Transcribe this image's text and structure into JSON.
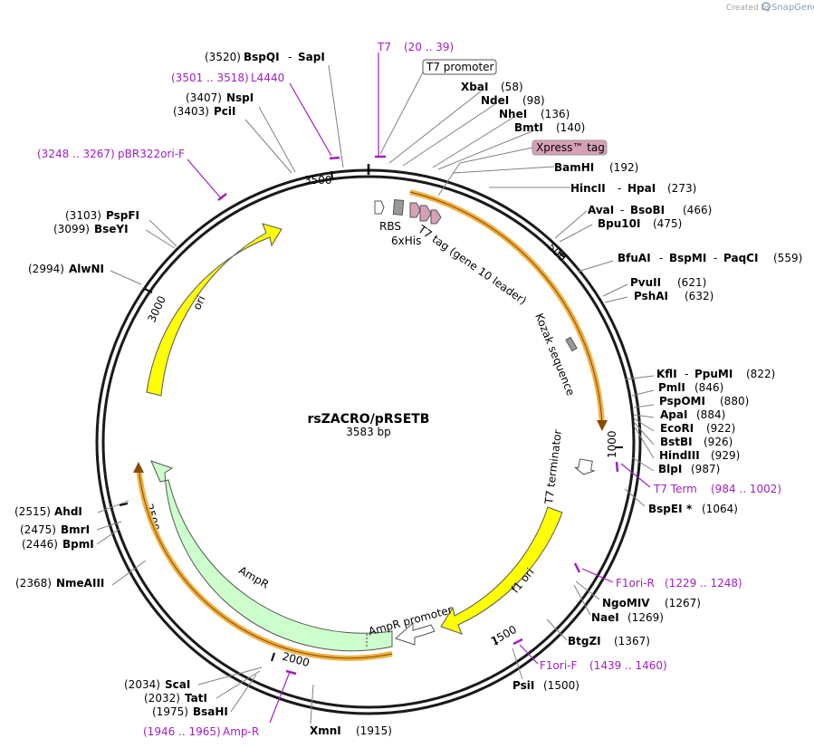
{
  "credit": {
    "created_by": "Created by",
    "brand": "SnapGene"
  },
  "plasmid": {
    "name": "rsZACRO/pRSETB",
    "length": "3583 bp"
  },
  "ticks": [
    "500",
    "1000",
    "1500",
    "2000",
    "2500",
    "3000",
    "3500"
  ],
  "sites_black": [
    {
      "left": "(3520)",
      "name": "BspQI",
      "sep": "-",
      "name2": "SapI"
    },
    {
      "left": "(3407)",
      "name": "NspI"
    },
    {
      "left": "(3403)",
      "name": "PciI"
    },
    {
      "left": "(3103)",
      "name": "PspFI"
    },
    {
      "left": "(3099)",
      "name": "BseYI"
    },
    {
      "left": "(2994)",
      "name": "AlwNI"
    },
    {
      "left": "(2515)",
      "name": "AhdI"
    },
    {
      "left": "(2475)",
      "name": "BmrI"
    },
    {
      "left": "(2446)",
      "name": "BpmI"
    },
    {
      "left": "(2368)",
      "name": "NmeAIII"
    },
    {
      "left": "(2034)",
      "name": "ScaI"
    },
    {
      "left": "(2032)",
      "name": "TatI"
    },
    {
      "left": "(1975)",
      "name": "BsaHI"
    },
    {
      "name": "XmnI",
      "right": "(1915)"
    },
    {
      "name": "XbaI",
      "right": "(58)"
    },
    {
      "name": "NdeI",
      "right": "(98)"
    },
    {
      "name": "NheI",
      "right": "(136)"
    },
    {
      "name": "BmtI",
      "right": "(140)"
    },
    {
      "name": "BamHI",
      "right": "(192)"
    },
    {
      "name": "HincII",
      "sep": "-",
      "name2": "HpaI",
      "right": "(273)"
    },
    {
      "name": "AvaI",
      "sep": "-",
      "name2": "BsoBI",
      "right": "(466)"
    },
    {
      "name": "Bpu10I",
      "right": "(475)"
    },
    {
      "name": "BfuAI",
      "sep": "-",
      "name2": "BspMI",
      "sep2": "-",
      "name3": "PaqCI",
      "right": "(559)"
    },
    {
      "name": "PvuII",
      "right": "(621)"
    },
    {
      "name": "PshAI",
      "right": "(632)"
    },
    {
      "name": "KflI",
      "sep": "-",
      "name2": "PpuMI",
      "right": "(822)"
    },
    {
      "name": "PmlI",
      "right": "(846)"
    },
    {
      "name": "PspOMI",
      "right": "(880)"
    },
    {
      "name": "ApaI",
      "right": "(884)"
    },
    {
      "name": "EcoRI",
      "right": "(922)"
    },
    {
      "name": "BstBI",
      "right": "(926)"
    },
    {
      "name": "HindIII",
      "right": "(929)"
    },
    {
      "name": "BlpI",
      "right": "(987)"
    },
    {
      "name": "BspEI",
      "star": "*",
      "right": "(1064)"
    },
    {
      "name": "NgoMIV",
      "right": "(1267)"
    },
    {
      "name": "NaeI",
      "right": "(1269)"
    },
    {
      "name": "BtgZI",
      "right": "(1367)"
    },
    {
      "name": "PsiI",
      "right": "(1500)"
    }
  ],
  "primers": [
    {
      "name": "T7",
      "range": "(20 .. 39)"
    },
    {
      "range": "(3501 .. 3518)",
      "name": "L4440"
    },
    {
      "range": "(3248 .. 3267)",
      "name": "pBR322ori-F"
    },
    {
      "name": "T7 Term",
      "range": "(984 .. 1002)"
    },
    {
      "name": "F1ori-R",
      "range": "(1229 .. 1248)"
    },
    {
      "name": "F1ori-F",
      "range": "(1439 .. 1460)"
    },
    {
      "range": "(1946 .. 1965)",
      "name": "Amp-R"
    }
  ],
  "boxed_labels": {
    "t7_promoter": "T7 promoter",
    "xpress_tag": "Xpress™ tag"
  },
  "features": {
    "rbs": "RBS",
    "his": "6xHis",
    "t7_tag": "T7 tag (gene 10 leader)",
    "kozak": "Kozak sequence",
    "t7_terminator": "T7 terminator",
    "f1_ori": "f1 ori",
    "ampr_promoter": "AmpR promoter",
    "ampr": "AmpR",
    "ori": "ori"
  },
  "colors": {
    "backbone": "#1a1a1a",
    "yellow": "#ffff00",
    "green": "#ccffcc",
    "orange": "#f0b040",
    "pink": "#d8a0b8",
    "purple": "#a020c0",
    "gray": "#999999"
  }
}
